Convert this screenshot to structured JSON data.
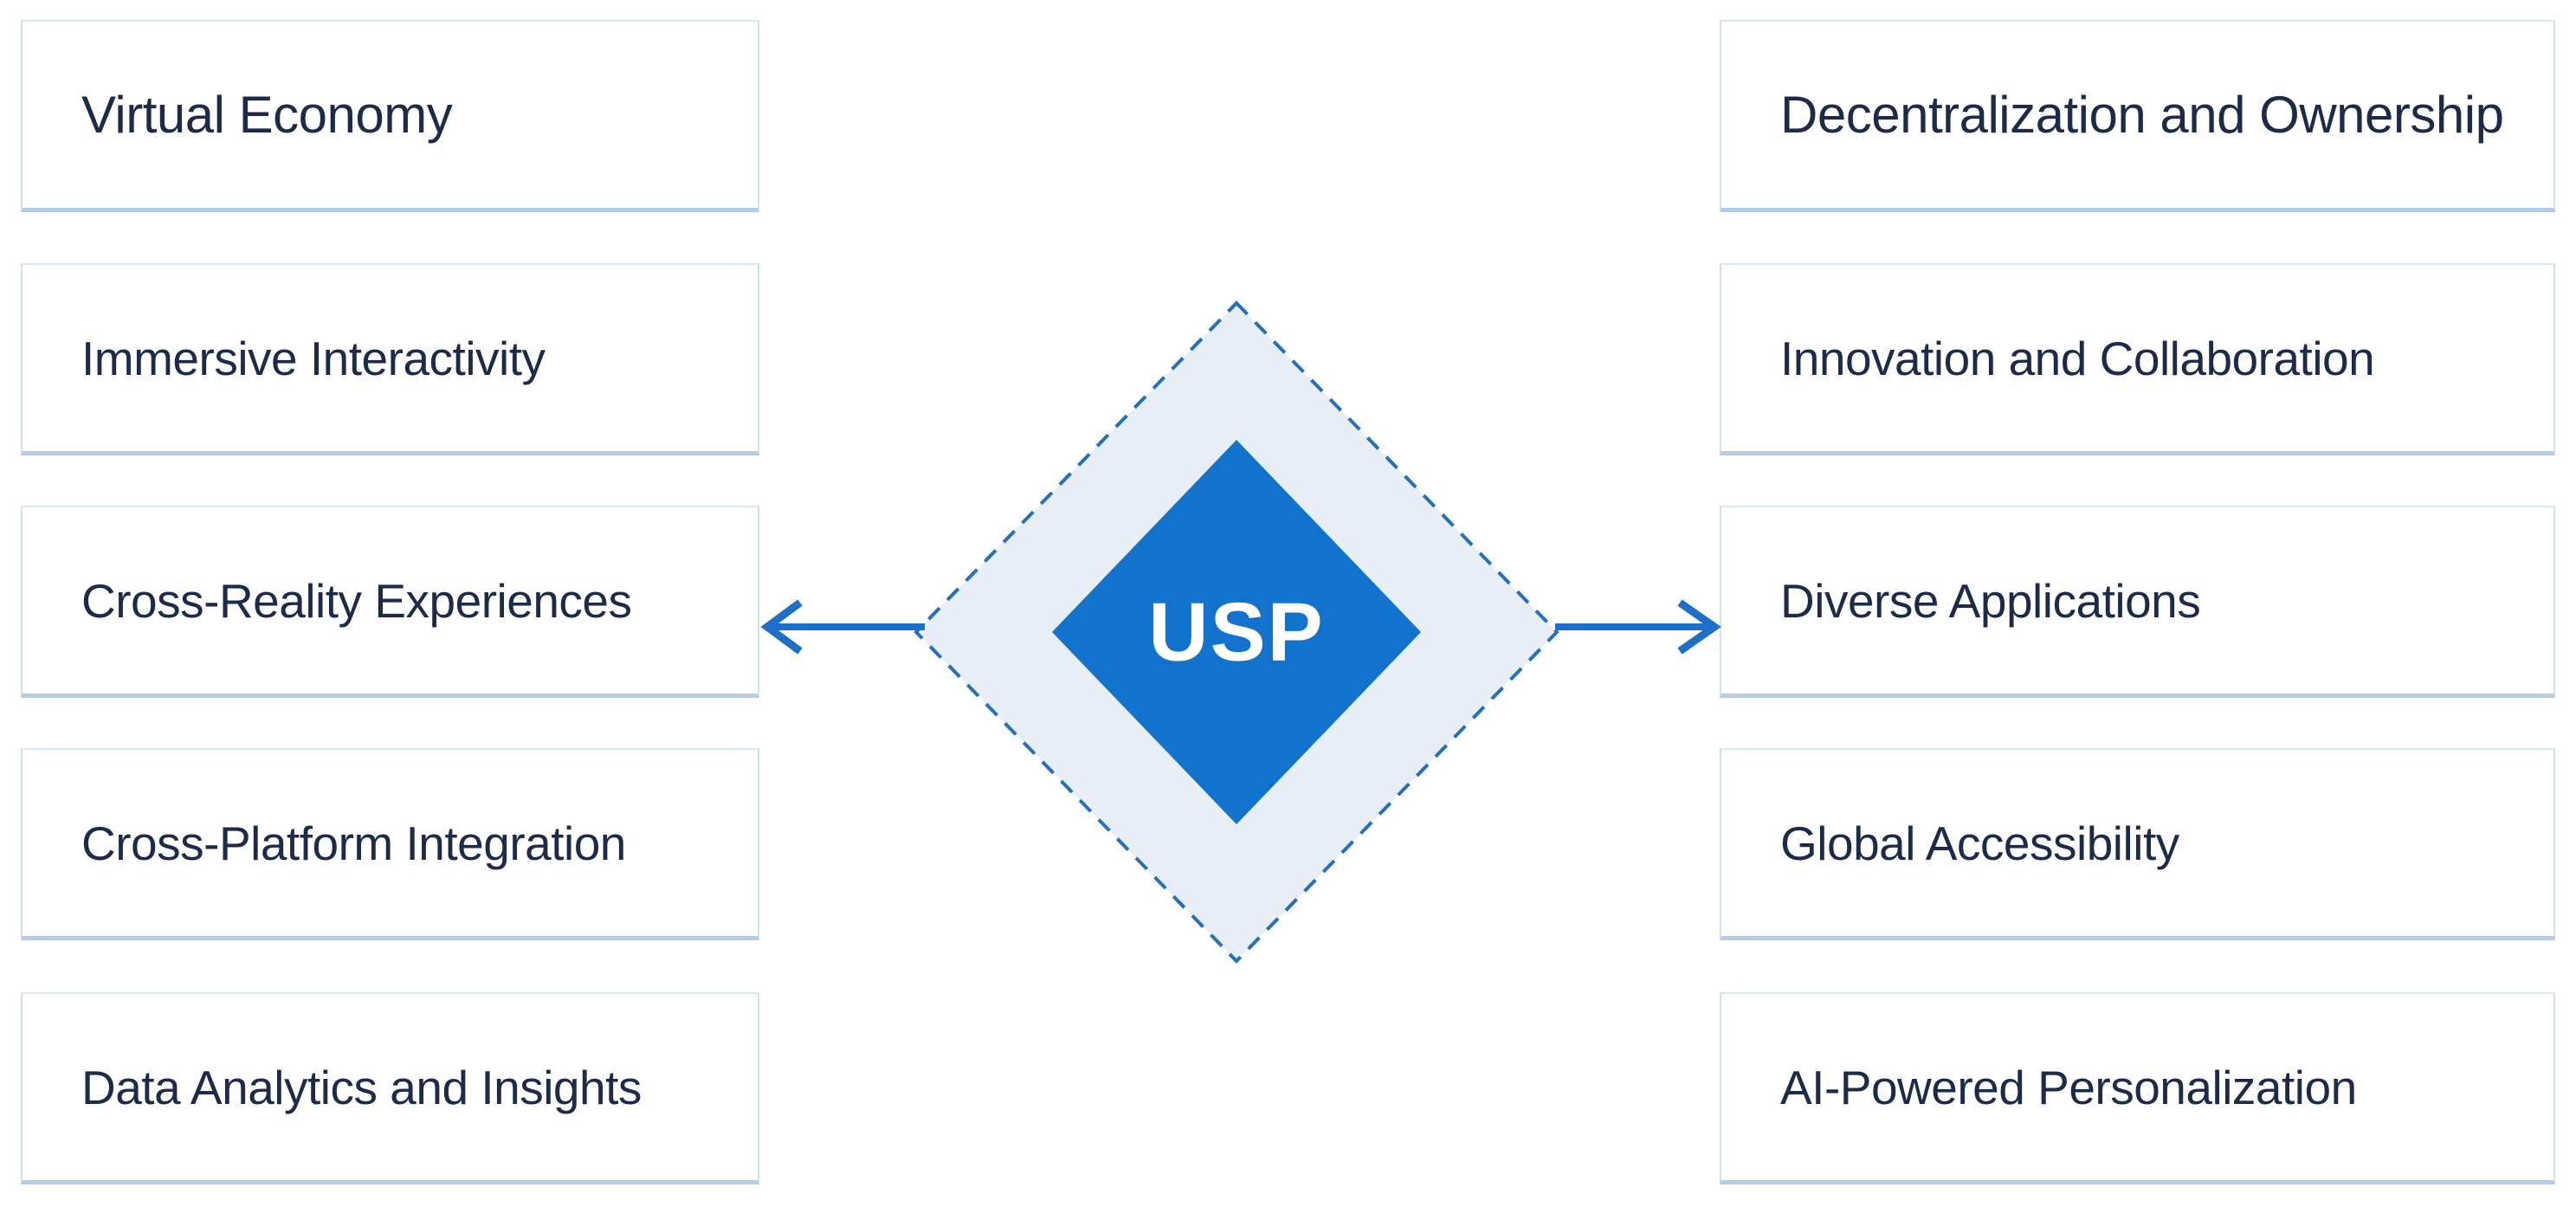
{
  "diagram": {
    "type": "usp-hub-diagram",
    "center_label": "USP",
    "left_items": [
      "Virtual Economy",
      "Immersive Interactivity",
      "Cross-Reality Experiences",
      "Cross-Platform Integration",
      "Data Analytics and Insights"
    ],
    "right_items": [
      "Decentralization and Ownership",
      "Innovation and Collaboration",
      "Diverse Applications",
      "Global Accessibility",
      "AI-Powered Personalization"
    ],
    "colors": {
      "background": "#ffffff",
      "inner_diamond_fill": "#1273cc",
      "outer_diamond_fill": "#e8eef6",
      "outer_diamond_dashed_border": "#2470ba",
      "arrow": "#1d6fc8",
      "item_text": "#1c2b4a",
      "item_box_border": "#cfe0ef",
      "item_box_border_bottom": "#b3cde8",
      "center_label_text": "#ffffff"
    }
  }
}
